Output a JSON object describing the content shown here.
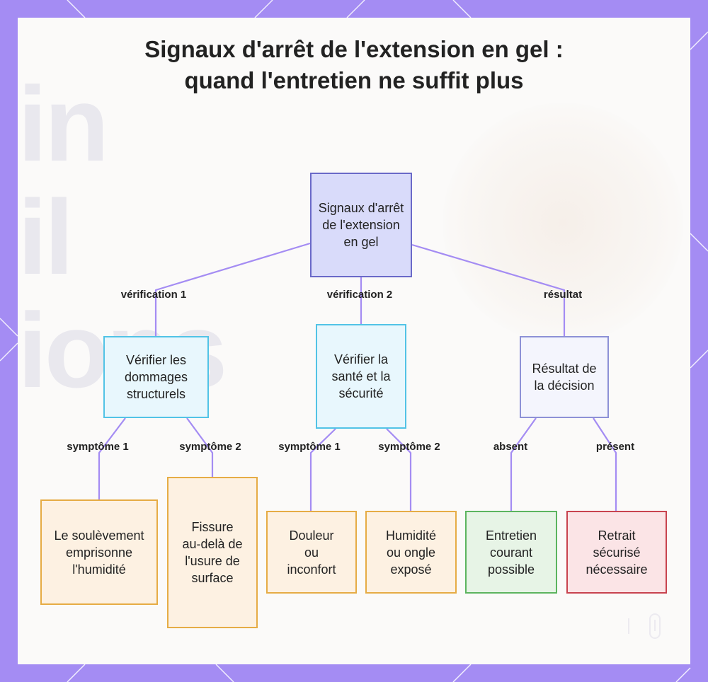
{
  "title": "Signaux d'arrêt de l'extension en gel : quand l'entretien ne suffit plus",
  "nodes": {
    "root": "Signaux d'arrêt de l'extension en gel",
    "check1": "Vérifier les dommages structurels",
    "check2": "Vérifier la santé et la sécurité",
    "result": "Résultat de la décision",
    "leaf1": "Le soulèvement emprisonne l'humidité",
    "leaf2": "Fissure au-delà de l'usure de surface",
    "leaf3": "Douleur ou inconfort",
    "leaf4": "Humidité ou ongle exposé",
    "leaf5": "Entretien courant possible",
    "leaf6": "Retrait sécurisé nécessaire"
  },
  "edges": {
    "e_root_check1": "vérification 1",
    "e_root_check2": "vérification 2",
    "e_root_result": "résultat",
    "e_check1_leaf1": "symptôme 1",
    "e_check1_leaf2": "symptôme 2",
    "e_check2_leaf3": "symptôme 1",
    "e_check2_leaf4": "symptôme 2",
    "e_result_leaf5": "absent",
    "e_result_leaf6": "présent"
  },
  "colors": {
    "frame": "#a48cf3",
    "connector": "#a48cf3",
    "root_fill": "#d9dbfa",
    "check_fill": "#e8f7fd",
    "symptom_fill": "#fdf1e2",
    "routine_fill": "#e7f4e6",
    "removal_fill": "#fbe4e6"
  }
}
